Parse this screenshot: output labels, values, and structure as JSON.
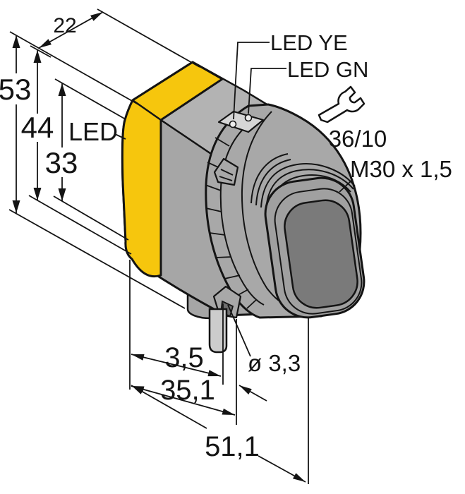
{
  "drawing": {
    "type": "sensor-dimension-diagram",
    "dimensions": {
      "width_top": "22",
      "height_total": "53",
      "height_housing": "44",
      "height_window": "33",
      "hole_to_front": "3,5",
      "hole_to_rear": "35,1",
      "depth_total": "51,1",
      "hole_diameter": "ø 3,3"
    },
    "labels": {
      "led": "LED",
      "led_yellow": "LED YE",
      "led_green": "LED GN",
      "wrench_size": "36/10",
      "thread_spec": "M30 x 1,5"
    },
    "icons": {
      "wrench": "open-end-wrench"
    },
    "colors": {
      "accent_yellow": "#F6C60D",
      "body_gray": "#A6A6A6",
      "top_gray": "#B3B3B3",
      "lens_gray": "#7A7A7A",
      "light_gray": "#CCCCCC",
      "plate_gray": "#D6D6D6",
      "line": "#141414"
    }
  }
}
